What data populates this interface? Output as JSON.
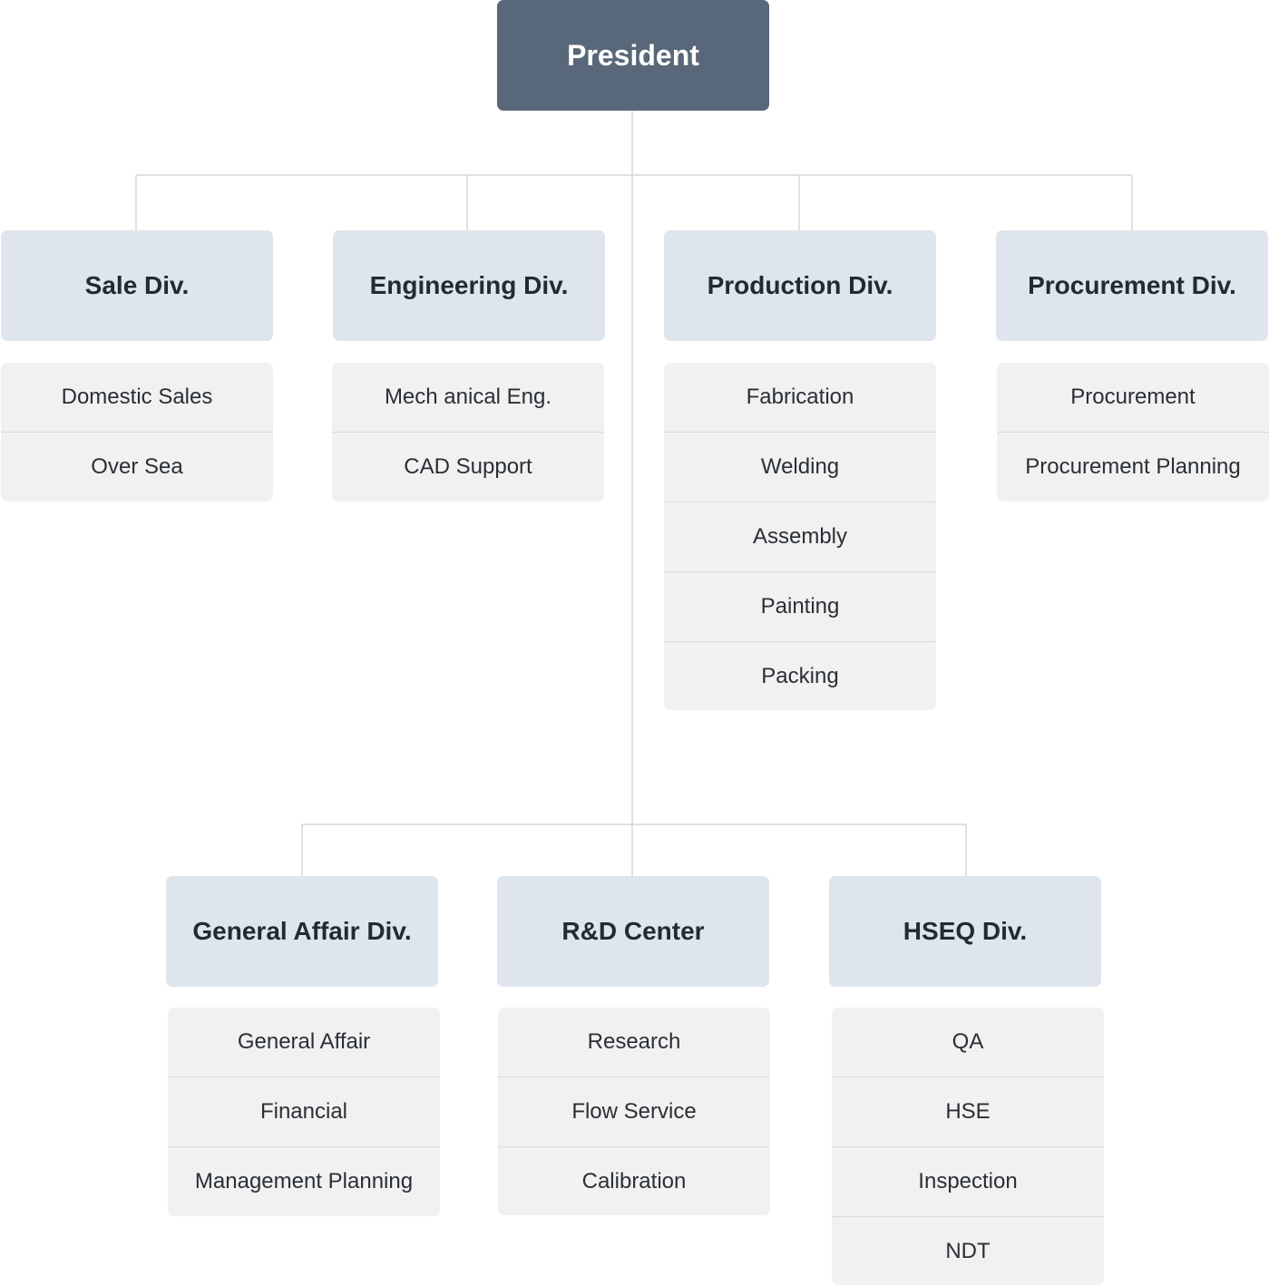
{
  "president": "President",
  "divisions": [
    {
      "name": "Sale Div.",
      "subs": [
        "Domestic Sales",
        "Over Sea"
      ]
    },
    {
      "name": "Engineering Div.",
      "subs": [
        "Mech anical Eng.",
        "CAD Support"
      ]
    },
    {
      "name": "Production Div.",
      "subs": [
        "Fabrication",
        "Welding",
        "Assembly",
        "Painting",
        "Packing"
      ]
    },
    {
      "name": "Procurement Div.",
      "subs": [
        "Procurement",
        "Procurement Planning"
      ]
    },
    {
      "name": "General Affair Div.",
      "subs": [
        "General Affair",
        "Financial",
        "Management Planning"
      ]
    },
    {
      "name": "R&D Center",
      "subs": [
        "Research",
        "Flow Service",
        "Calibration"
      ]
    },
    {
      "name": "HSEQ Div.",
      "subs": [
        "QA",
        "HSE",
        "Inspection",
        "NDT"
      ]
    }
  ]
}
